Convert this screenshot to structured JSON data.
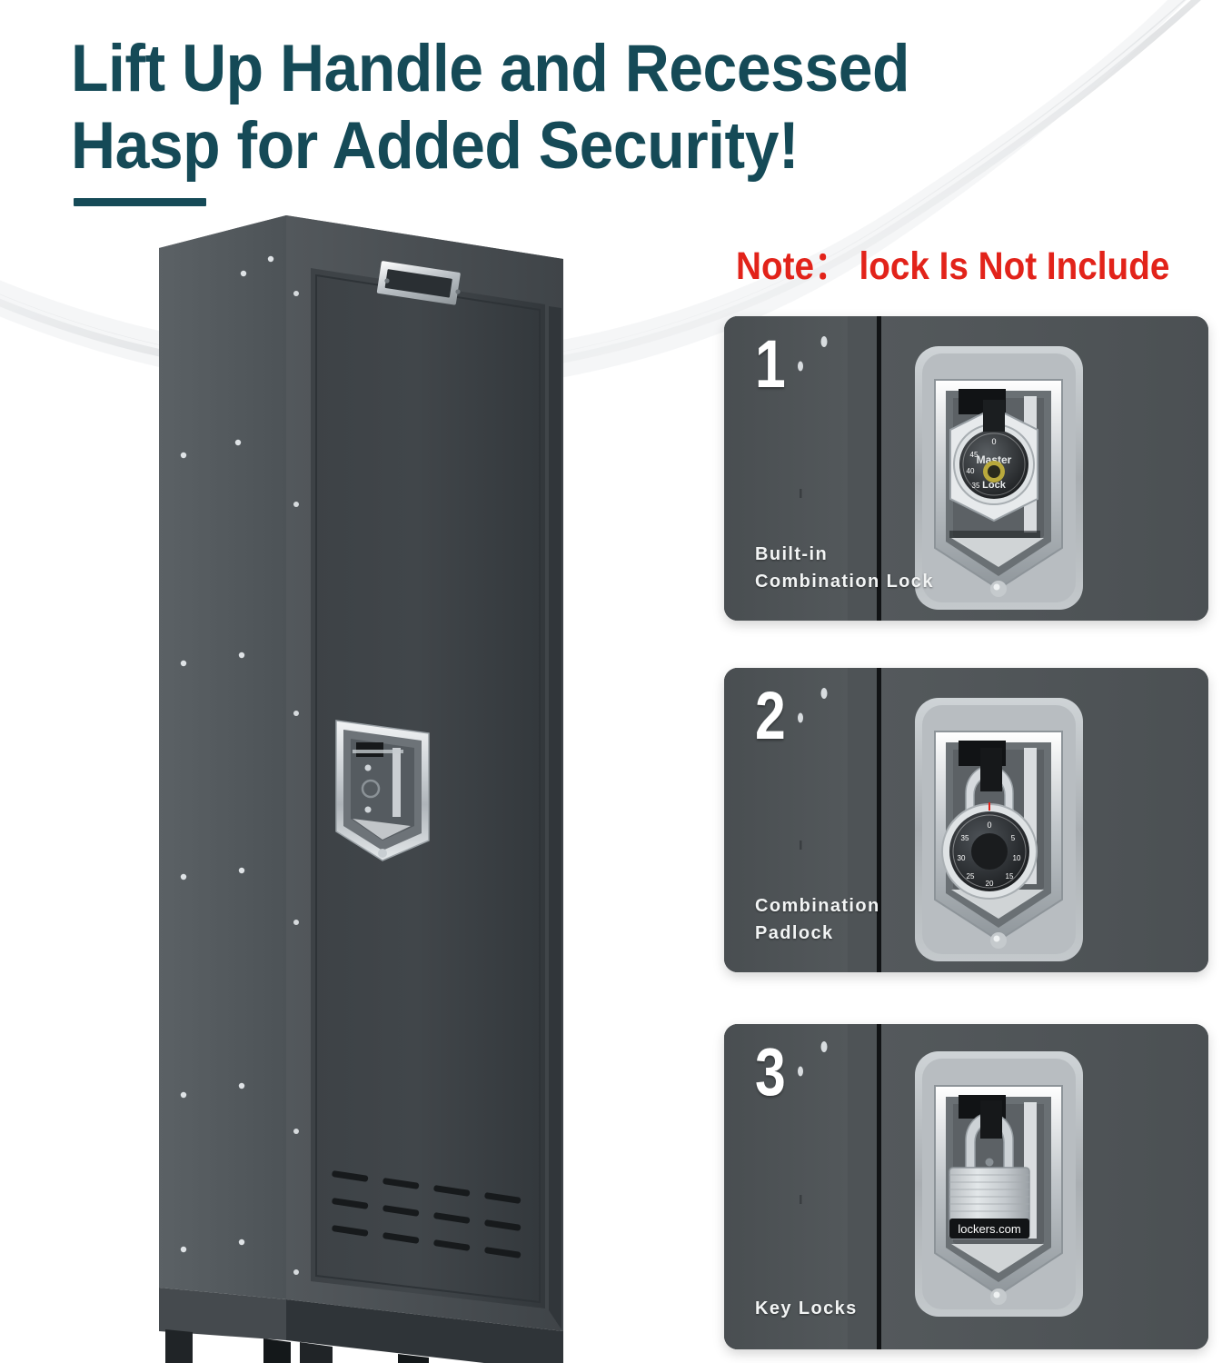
{
  "headline": {
    "text": "Lift Up Handle and Recessed\nHasp for Added Security!",
    "color": "#154a57"
  },
  "accent_bar": {
    "color": "#154a57"
  },
  "note": {
    "text": "Note：  lock Is Not Include",
    "color": "#e2231a"
  },
  "product": {
    "name": "single-tier-metal-locker",
    "body_color": "#464b4f",
    "door_color": "#3b4044",
    "hardware_color": "#c9ced2",
    "nameplate": "",
    "vent_rows": 3,
    "vent_cols": 4,
    "legs": 4
  },
  "cards": [
    {
      "number": "1",
      "label": "Built-in\nCombination Lock",
      "lock_type": "built-in-combination-lock",
      "lock_brand": "Master Lock",
      "panel_color": "#4c5154"
    },
    {
      "number": "2",
      "label": "Combination\nPadlock",
      "lock_type": "combination-padlock",
      "lock_brand": "",
      "panel_color": "#4c5154"
    },
    {
      "number": "3",
      "label": "Key Locks",
      "lock_type": "key-padlock",
      "lock_brand": "lockers.com",
      "panel_color": "#4c5154"
    }
  ]
}
